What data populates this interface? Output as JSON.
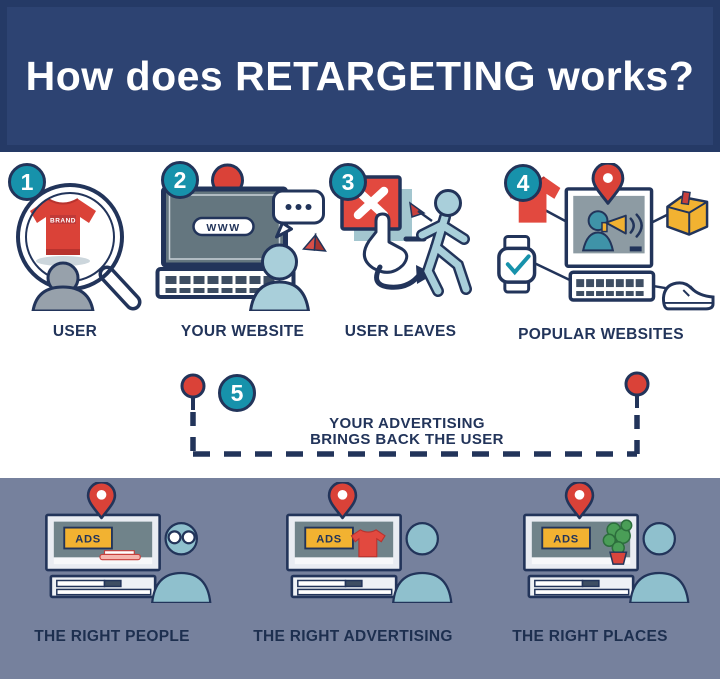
{
  "title": "How does RETARGETING works?",
  "colors": {
    "header_bg": "#2d4372",
    "badge_teal": "#1792ab",
    "accent_red": "#da4238",
    "outline_navy": "#22345a",
    "person_blue": "#a9cfda",
    "ads_yellow": "#f2b231",
    "results_bg": "#76819d"
  },
  "steps": [
    {
      "number": "1",
      "label": "USER"
    },
    {
      "number": "2",
      "label": "YOUR WEBSITE"
    },
    {
      "number": "3",
      "label": "USER LEAVES"
    },
    {
      "number": "4",
      "label": "POPULAR WEBSITES"
    }
  ],
  "step5": {
    "number": "5",
    "line1": "YOUR ADVERTISING",
    "line2": "BRINGS BACK THE USER"
  },
  "icon_texts": {
    "brand": "BRAND",
    "www": "WWW",
    "ads": "ADS"
  },
  "results": [
    {
      "label": "THE RIGHT PEOPLE"
    },
    {
      "label": "THE RIGHT ADVERTISING"
    },
    {
      "label": "THE RIGHT PLACES"
    }
  ]
}
